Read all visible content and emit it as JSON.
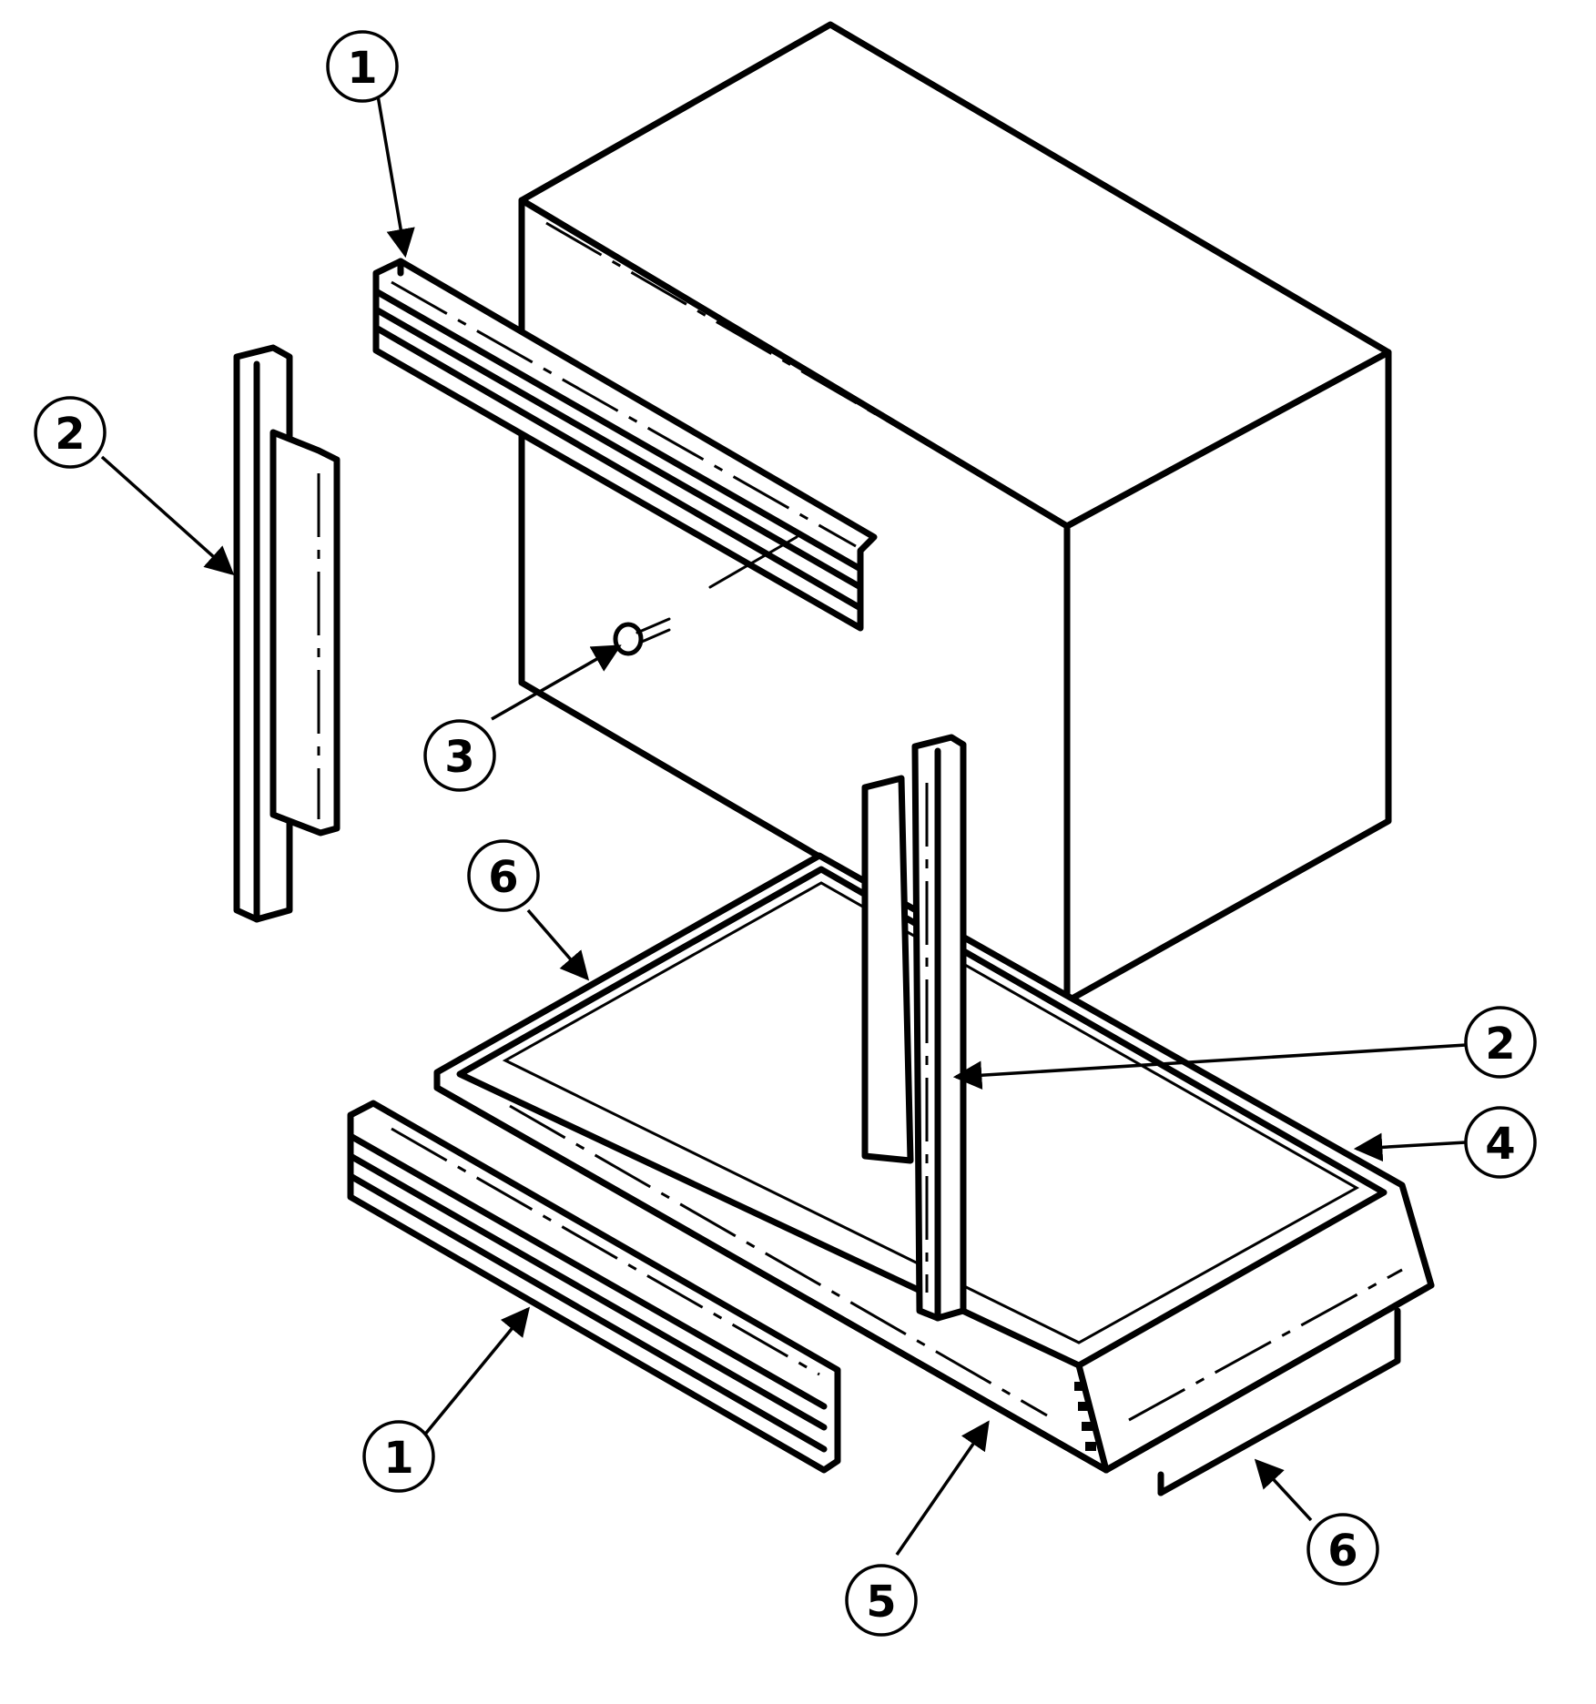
{
  "callouts": [
    {
      "id": "c1-top",
      "label": "1"
    },
    {
      "id": "c2-left",
      "label": "2"
    },
    {
      "id": "c3",
      "label": "3"
    },
    {
      "id": "c6-left",
      "label": "6"
    },
    {
      "id": "c2-right",
      "label": "2"
    },
    {
      "id": "c4",
      "label": "4"
    },
    {
      "id": "c1-bottom",
      "label": "1"
    },
    {
      "id": "c6-right",
      "label": "6"
    },
    {
      "id": "c5",
      "label": "5"
    }
  ]
}
